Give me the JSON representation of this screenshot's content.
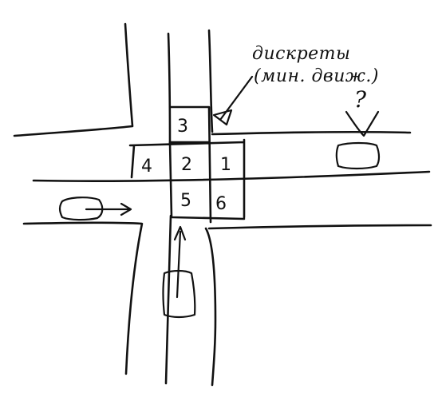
{
  "cells": [
    {
      "id": "3",
      "label": "3"
    },
    {
      "id": "4",
      "label": "4"
    },
    {
      "id": "2",
      "label": "2"
    },
    {
      "id": "1",
      "label": "1"
    },
    {
      "id": "5",
      "label": "5"
    },
    {
      "id": "6",
      "label": "6"
    }
  ],
  "annotation": {
    "line1": "дискреты",
    "line2": "(мин. движ.)"
  },
  "question_mark": "?"
}
